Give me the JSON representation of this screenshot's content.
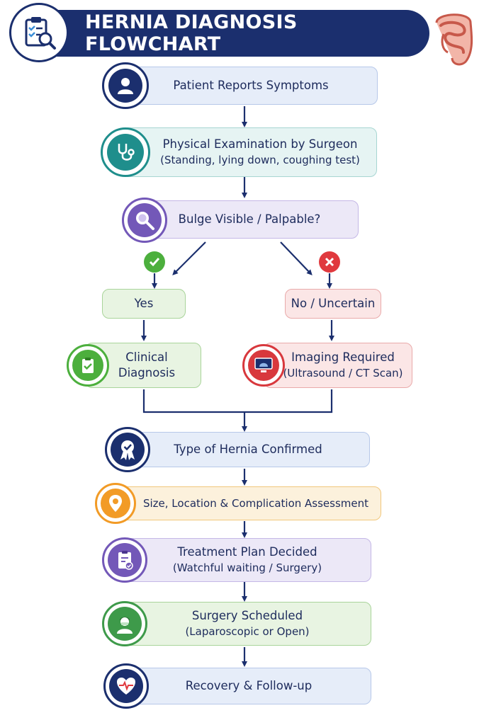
{
  "title": "HERNIA DIAGNOSIS FLOWCHART",
  "nodes": {
    "symptoms": "Patient Reports Symptoms",
    "exam": {
      "line1": "Physical Examination by Surgeon",
      "line2": "(Standing, lying down, coughing test)"
    },
    "bulge": "Bulge Visible / Palpable?",
    "yes": "Yes",
    "no": "No / Uncertain",
    "clinical": {
      "line1": "Clinical",
      "line2": "Diagnosis"
    },
    "imaging": {
      "line1": "Imaging Required",
      "line2": "(Ultrasound / CT Scan)"
    },
    "type": "Type of Hernia Confirmed",
    "size": "Size, Location & Complication Assessment",
    "treatment": {
      "line1": "Treatment Plan Decided",
      "line2": "(Watchful waiting / Surgery)"
    },
    "surgery": {
      "line1": "Surgery Scheduled",
      "line2": "(Laparoscopic or Open)"
    },
    "recovery": "Recovery & Follow-up"
  },
  "icons": {
    "header": "clipboard-search-icon",
    "header_right": "intestine-icon",
    "symptoms": "patient-icon",
    "exam": "stethoscope-icon",
    "bulge": "magnifier-icon",
    "yes": "checkmark-icon",
    "no": "cross-icon",
    "clinical": "clipboard-check-icon",
    "imaging": "ultrasound-monitor-icon",
    "type": "award-ribbon-icon",
    "size": "location-pin-icon",
    "treatment": "clipboard-checklist-icon",
    "surgery": "surgeon-icon",
    "recovery": "heartbeat-icon"
  },
  "colors": {
    "navy": "#1b2f6e",
    "blue_fill": "#e6edf9",
    "teal_fill": "#e6f4f3",
    "purple_fill": "#ece8f7",
    "green_fill": "#e8f4e2",
    "red_fill": "#fbe6e6",
    "orange_fill": "#fcf1dc",
    "green": "#4caf3d",
    "red": "#e0393e"
  }
}
